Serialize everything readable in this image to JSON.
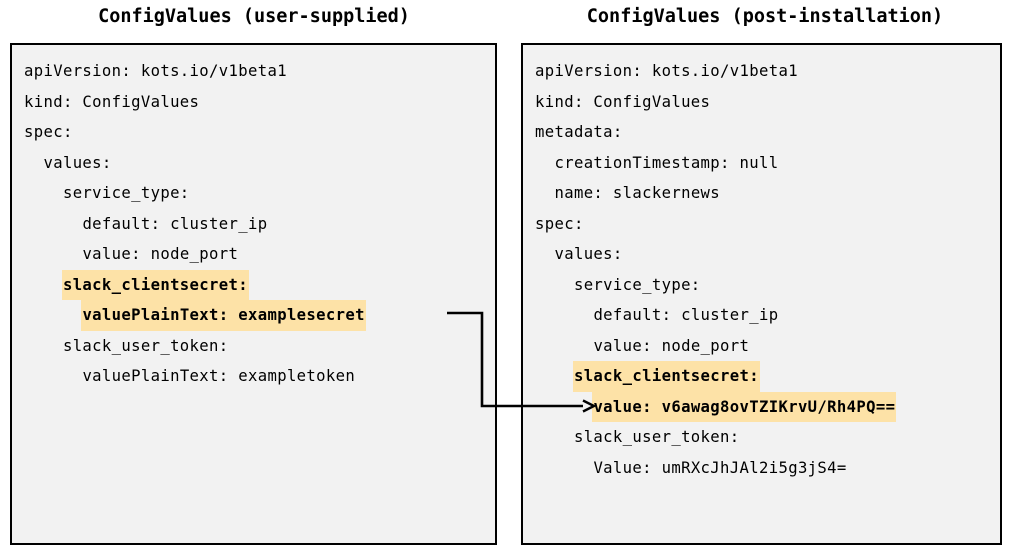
{
  "figure": {
    "type": "diagram",
    "description": "Two side-by-side YAML code panels comparing user-supplied ConfigValues with post-installation ConfigValues, with an arrow linking the plaintext secret to its encrypted value.",
    "background_color": "#ffffff",
    "box_fill_color": "#f2f2f2",
    "box_border_color": "#000000",
    "highlight_color": "#fde2a7",
    "text_color": "#000000"
  },
  "panels": {
    "left": {
      "title": "ConfigValues (user-supplied)",
      "lines": [
        {
          "text": "apiVersion: kots.io/v1beta1",
          "highlighted": false
        },
        {
          "text": "kind: ConfigValues",
          "highlighted": false
        },
        {
          "text": "spec:",
          "highlighted": false
        },
        {
          "text": "  values:",
          "highlighted": false
        },
        {
          "text": "    service_type:",
          "highlighted": false
        },
        {
          "text": "      default: cluster_ip",
          "highlighted": false
        },
        {
          "text": "      value: node_port",
          "highlighted": false
        },
        {
          "text": "    slack_clientsecret:",
          "highlighted": true
        },
        {
          "text": "      valuePlainText: examplesecret",
          "highlighted": true
        },
        {
          "text": "    slack_user_token:",
          "highlighted": false
        },
        {
          "text": "      valuePlainText: exampletoken",
          "highlighted": false
        }
      ]
    },
    "right": {
      "title": "ConfigValues (post-installation)",
      "lines": [
        {
          "text": "apiVersion: kots.io/v1beta1",
          "highlighted": false
        },
        {
          "text": "kind: ConfigValues",
          "highlighted": false
        },
        {
          "text": "metadata:",
          "highlighted": false
        },
        {
          "text": "  creationTimestamp: null",
          "highlighted": false
        },
        {
          "text": "  name: slackernews",
          "highlighted": false
        },
        {
          "text": "spec:",
          "highlighted": false
        },
        {
          "text": "  values:",
          "highlighted": false
        },
        {
          "text": "    service_type:",
          "highlighted": false
        },
        {
          "text": "      default: cluster_ip",
          "highlighted": false
        },
        {
          "text": "      value: node_port",
          "highlighted": false
        },
        {
          "text": "    slack_clientsecret:",
          "highlighted": true
        },
        {
          "text": "      value: v6awag8ovTZIKrvU/Rh4PQ==",
          "highlighted": true
        },
        {
          "text": "    slack_user_token:",
          "highlighted": false
        },
        {
          "text": "      Value: umRXcJhJAl2i5g3jS4=",
          "highlighted": false
        }
      ]
    }
  },
  "connector": {
    "name": "plaintext-to-encrypted-arrow",
    "from_line": "valuePlainText: examplesecret",
    "to_line": "value: v6awag8ovTZIKrvU/Rh4PQ==",
    "style": "elbow",
    "arrowhead": "open",
    "color": "#000000"
  }
}
